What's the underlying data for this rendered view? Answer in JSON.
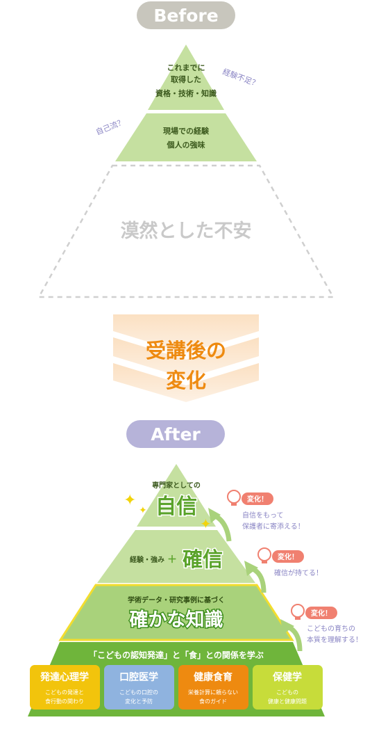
{
  "before": {
    "label": "Before",
    "tier1": [
      "これまでに",
      "取得した",
      "資格・技術・知識"
    ],
    "tier2": [
      "現場での経験",
      "個人の強味"
    ],
    "tier3": "漠然とした不安",
    "note_right": "経験不足？",
    "note_left": "自己流？"
  },
  "transition": {
    "lines": [
      "受講後の",
      "変化"
    ]
  },
  "after": {
    "label": "After",
    "tier1_small": "専門家としての",
    "tier1_big": "自信",
    "tier2_small": "経験・強み",
    "tier2_plus": "＋",
    "tier2_big": "確信",
    "tier3_small": "学術データ・研究事例に基づく",
    "tier3_big": "確かな知識",
    "base_title": "「こどもの認知発達」と「食」との関係を学ぶ",
    "subjects": [
      {
        "title": "発達心理学",
        "desc": [
          "こどもの発達と",
          "食行動の関わり"
        ],
        "color": "#f2c40c"
      },
      {
        "title": "口腔医学",
        "desc": [
          "こどもの口腔の",
          "変化と予防"
        ],
        "color": "#8fb3df"
      },
      {
        "title": "健康食育",
        "desc": [
          "栄養計算に頼らない",
          "食のガイド"
        ],
        "color": "#ee8a10"
      },
      {
        "title": "保健学",
        "desc": [
          "こどもの",
          "健康と健康問題"
        ],
        "color": "#c7dc3a"
      }
    ],
    "changes": [
      {
        "badge": "変化！",
        "text": [
          "自信をもって",
          "保護者に寄添える！"
        ]
      },
      {
        "badge": "変化！",
        "text": [
          "確信が持てる！"
        ]
      },
      {
        "badge": "変化！",
        "text": [
          "こどもの育ちの",
          "本質を理解する！"
        ]
      }
    ]
  },
  "colors": {
    "green_light": "#c5e0a0",
    "green_mid": "#a9d27b",
    "green_dark": "#6fb53b",
    "orange": "#ee8a10",
    "pill_before": "#c8c6bd",
    "pill_after": "#b6b3d9",
    "note_purple": "#8a85c4",
    "muted": "#c9c9c9"
  }
}
